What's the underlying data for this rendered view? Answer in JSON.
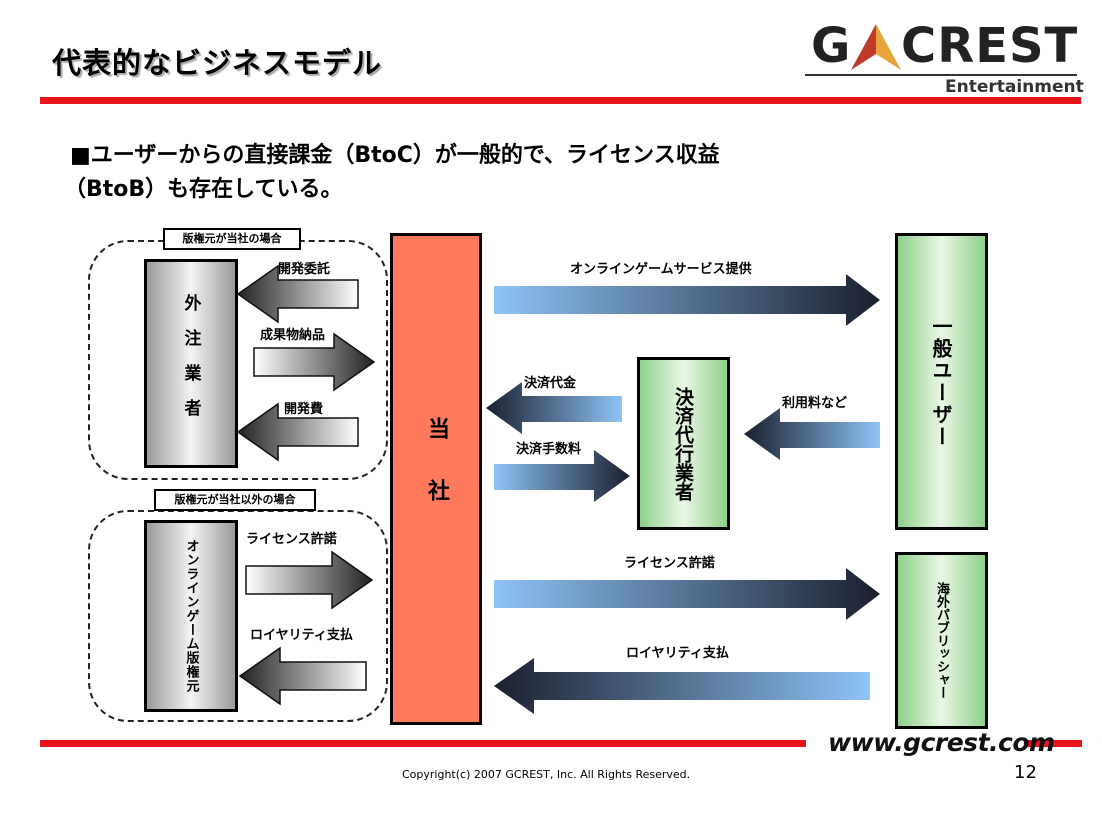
{
  "slide": {
    "title": "代表的なビジネスモデル",
    "subtitle_line1": "■ユーザーからの直接課金（BtoC）が一般的で、ライセンス収益",
    "subtitle_line2": "（BtoB）も存在している。",
    "page_number": "12",
    "copyright": "Copyright(c) 2007 GCREST, Inc. All Rights Reserved.",
    "url": "www.gcrest.com"
  },
  "logo": {
    "word_left": "G",
    "word_right": "CREST",
    "sub": "Entertainment"
  },
  "groups": {
    "own_rights_tag": "版権元が当社の場合",
    "other_rights_tag": "版権元が当社以外の場合"
  },
  "boxes": {
    "contractor": "外注業者",
    "company": "当社",
    "payment_agent": "決済代行業者",
    "general_users": "一般ユーザー",
    "licensor": "オンラインゲーム版権元",
    "overseas_publisher": "海外パブリッシャー"
  },
  "arrows": {
    "dev_commission": "開発委託",
    "deliverables": "成果物納品",
    "dev_cost": "開発費",
    "license_in": "ライセンス許諾",
    "royalty_out": "ロイヤリティ支払",
    "service": "オンラインゲームサービス提供",
    "settlement_money": "決済代金",
    "usage_fee": "利用料など",
    "settlement_fee": "決済手数料",
    "license_out": "ライセンス許諾",
    "royalty_in": "ロイヤリティ支払"
  },
  "colors": {
    "accent_red": "#e8121b",
    "company_orange": "#ff7a5c",
    "green_box": "#b8e6b0",
    "blue_arrow": "#8ec4f6",
    "dark_arrow": "#1a1f2e"
  }
}
